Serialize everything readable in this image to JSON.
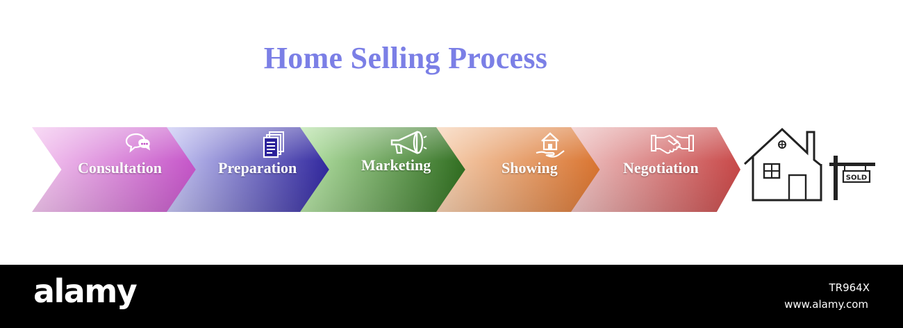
{
  "title": "Home Selling Process",
  "steps": [
    {
      "label": "Consultation",
      "icon": "chat-bubbles-icon",
      "color_light": "#f4c8f0",
      "color_dark": "#c24ec6"
    },
    {
      "label": "Preparation",
      "icon": "documents-icon",
      "color_light": "#c8c8f4",
      "color_dark": "#2a209a"
    },
    {
      "label": "Marketing",
      "icon": "megaphone-icon",
      "color_light": "#b8e4a8",
      "color_dark": "#2c6a1c"
    },
    {
      "label": "Showing",
      "icon": "house-in-hand-icon",
      "color_light": "#f6d2b4",
      "color_dark": "#d8702a"
    },
    {
      "label": "Negotiation",
      "icon": "handshake-icon",
      "color_light": "#eec4c4",
      "color_dark": "#c84848"
    }
  ],
  "house": {
    "sign_text": "SOLD",
    "icon": "sold-house-icon"
  },
  "footer": {
    "brand": "alamy",
    "image_code": "TR964X",
    "site": "www.alamy.com"
  }
}
